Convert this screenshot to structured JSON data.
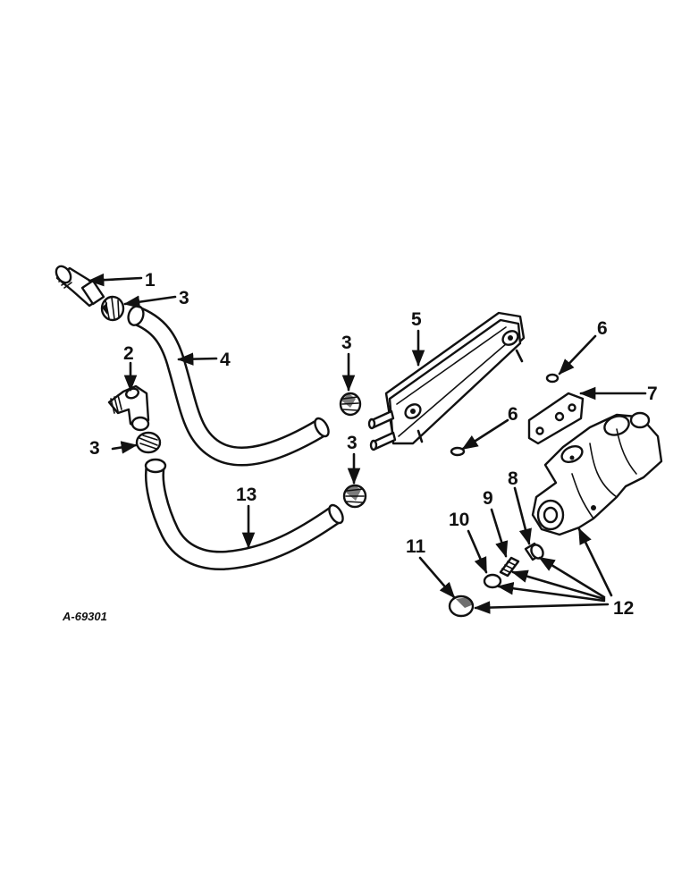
{
  "drawing_ref": "A-69301",
  "callouts": {
    "c1": "1",
    "c2": "2",
    "c3a": "3",
    "c3b": "3",
    "c3c": "3",
    "c3d": "3",
    "c4": "4",
    "c5": "5",
    "c6a": "6",
    "c6b": "6",
    "c7": "7",
    "c8": "8",
    "c9": "9",
    "c10": "10",
    "c11": "11",
    "c12": "12",
    "c13": "13"
  }
}
